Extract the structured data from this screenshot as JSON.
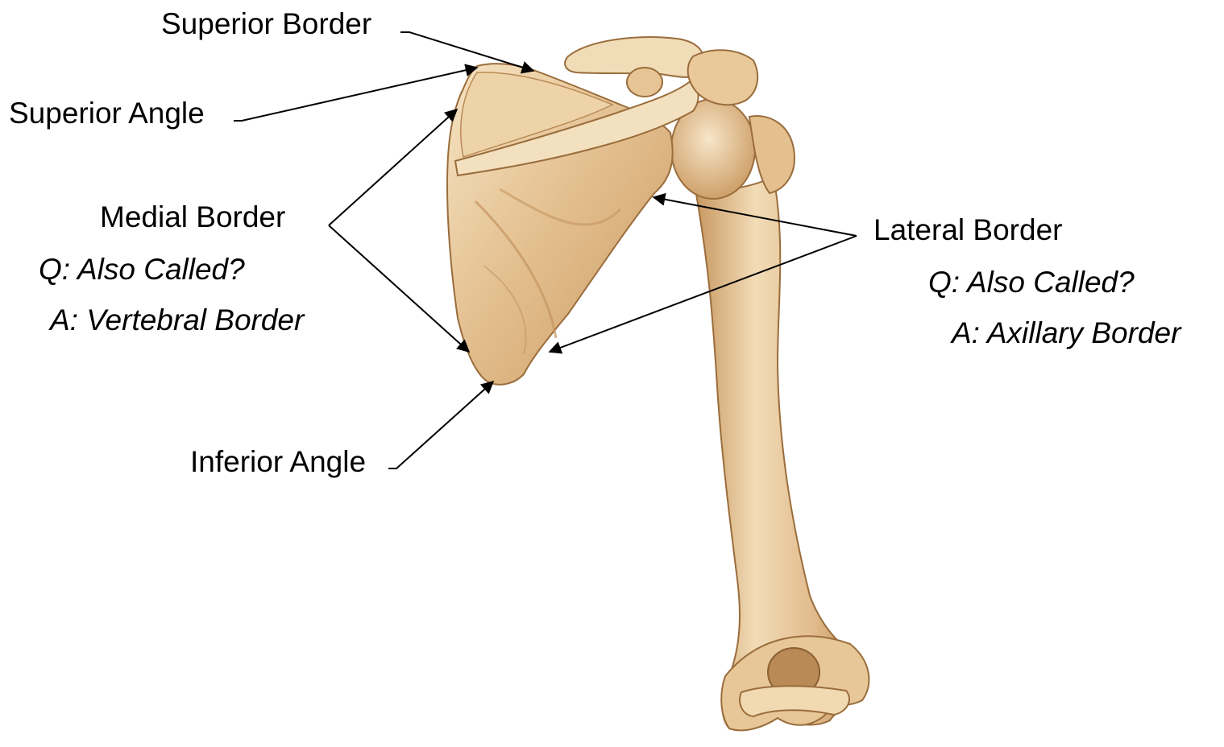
{
  "labels": {
    "superior_border": "Superior Border",
    "superior_angle": "Superior Angle",
    "medial_border": "Medial Border",
    "medial_question": "Q: Also Called?",
    "medial_answer": "A: Vertebral Border",
    "inferior_angle": "Inferior Angle",
    "lateral_border": "Lateral Border",
    "lateral_question": "Q: Also Called?",
    "lateral_answer": "A: Axillary Border"
  },
  "colors": {
    "background": "#ffffff",
    "text": "#000000",
    "arrow": "#000000",
    "bone_light": "#f4dfbd",
    "bone_mid": "#dcb483",
    "bone_dark": "#b8864f",
    "bone_outline": "#9a6d3c"
  },
  "illustration": {
    "subject": "scapula-and-humerus-posterior-view"
  }
}
